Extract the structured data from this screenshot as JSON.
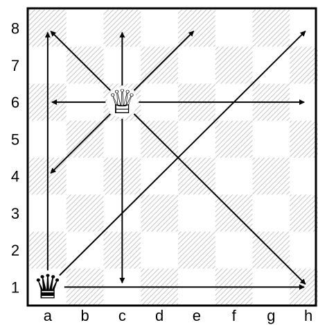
{
  "board": {
    "files": [
      "a",
      "b",
      "c",
      "d",
      "e",
      "f",
      "g",
      "h"
    ],
    "ranks": [
      "8",
      "7",
      "6",
      "5",
      "4",
      "3",
      "2",
      "1"
    ],
    "light_square_color": "#ffffff",
    "dark_square_pattern": "diagonal-hatch",
    "hatch_color": "#c8c8c8"
  },
  "pieces": [
    {
      "name": "white-queen-c6",
      "type": "queen",
      "color": "white",
      "square": "c6",
      "icon": "white-queen-icon",
      "glyph": "♕"
    },
    {
      "name": "black-queen-a1",
      "type": "queen",
      "color": "black",
      "square": "a1",
      "icon": "black-queen-icon",
      "glyph": "♛"
    }
  ],
  "move_arrows": [
    {
      "from": "c6",
      "to": "a8"
    },
    {
      "from": "c6",
      "to": "c8"
    },
    {
      "from": "c6",
      "to": "e8"
    },
    {
      "from": "c6",
      "to": "a6"
    },
    {
      "from": "c6",
      "to": "h6"
    },
    {
      "from": "c6",
      "to": "a4"
    },
    {
      "from": "c6",
      "to": "c1"
    },
    {
      "from": "c6",
      "to": "h1"
    },
    {
      "from": "a1",
      "to": "a8"
    },
    {
      "from": "a1",
      "to": "h8"
    },
    {
      "from": "a1",
      "to": "h1"
    }
  ]
}
